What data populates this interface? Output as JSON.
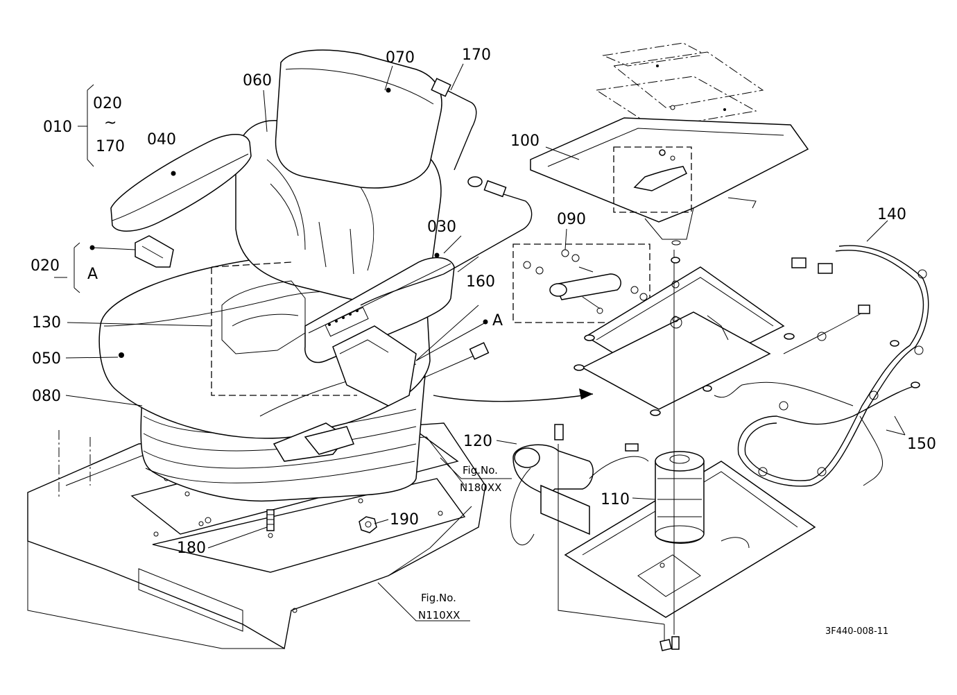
{
  "drawing_code": "3F440-008-11",
  "callouts": {
    "p010": "010",
    "p020_range_start": "020",
    "p_range_tilde": "~",
    "p170_range_end": "170",
    "p020": "020",
    "pA_left": "A",
    "pA_right": "A",
    "p030": "030",
    "p040": "040",
    "p050": "050",
    "p060": "060",
    "p070": "070",
    "p080": "080",
    "p090": "090",
    "p100": "100",
    "p110": "110",
    "p120": "120",
    "p130": "130",
    "p140": "140",
    "p150": "150",
    "p160": "160",
    "p170": "170",
    "p180": "180",
    "p190": "190"
  },
  "figure_refs": [
    {
      "caption": "Fig.No.",
      "code": "N180XX"
    },
    {
      "caption": "Fig.No.",
      "code": "N110XX"
    }
  ]
}
